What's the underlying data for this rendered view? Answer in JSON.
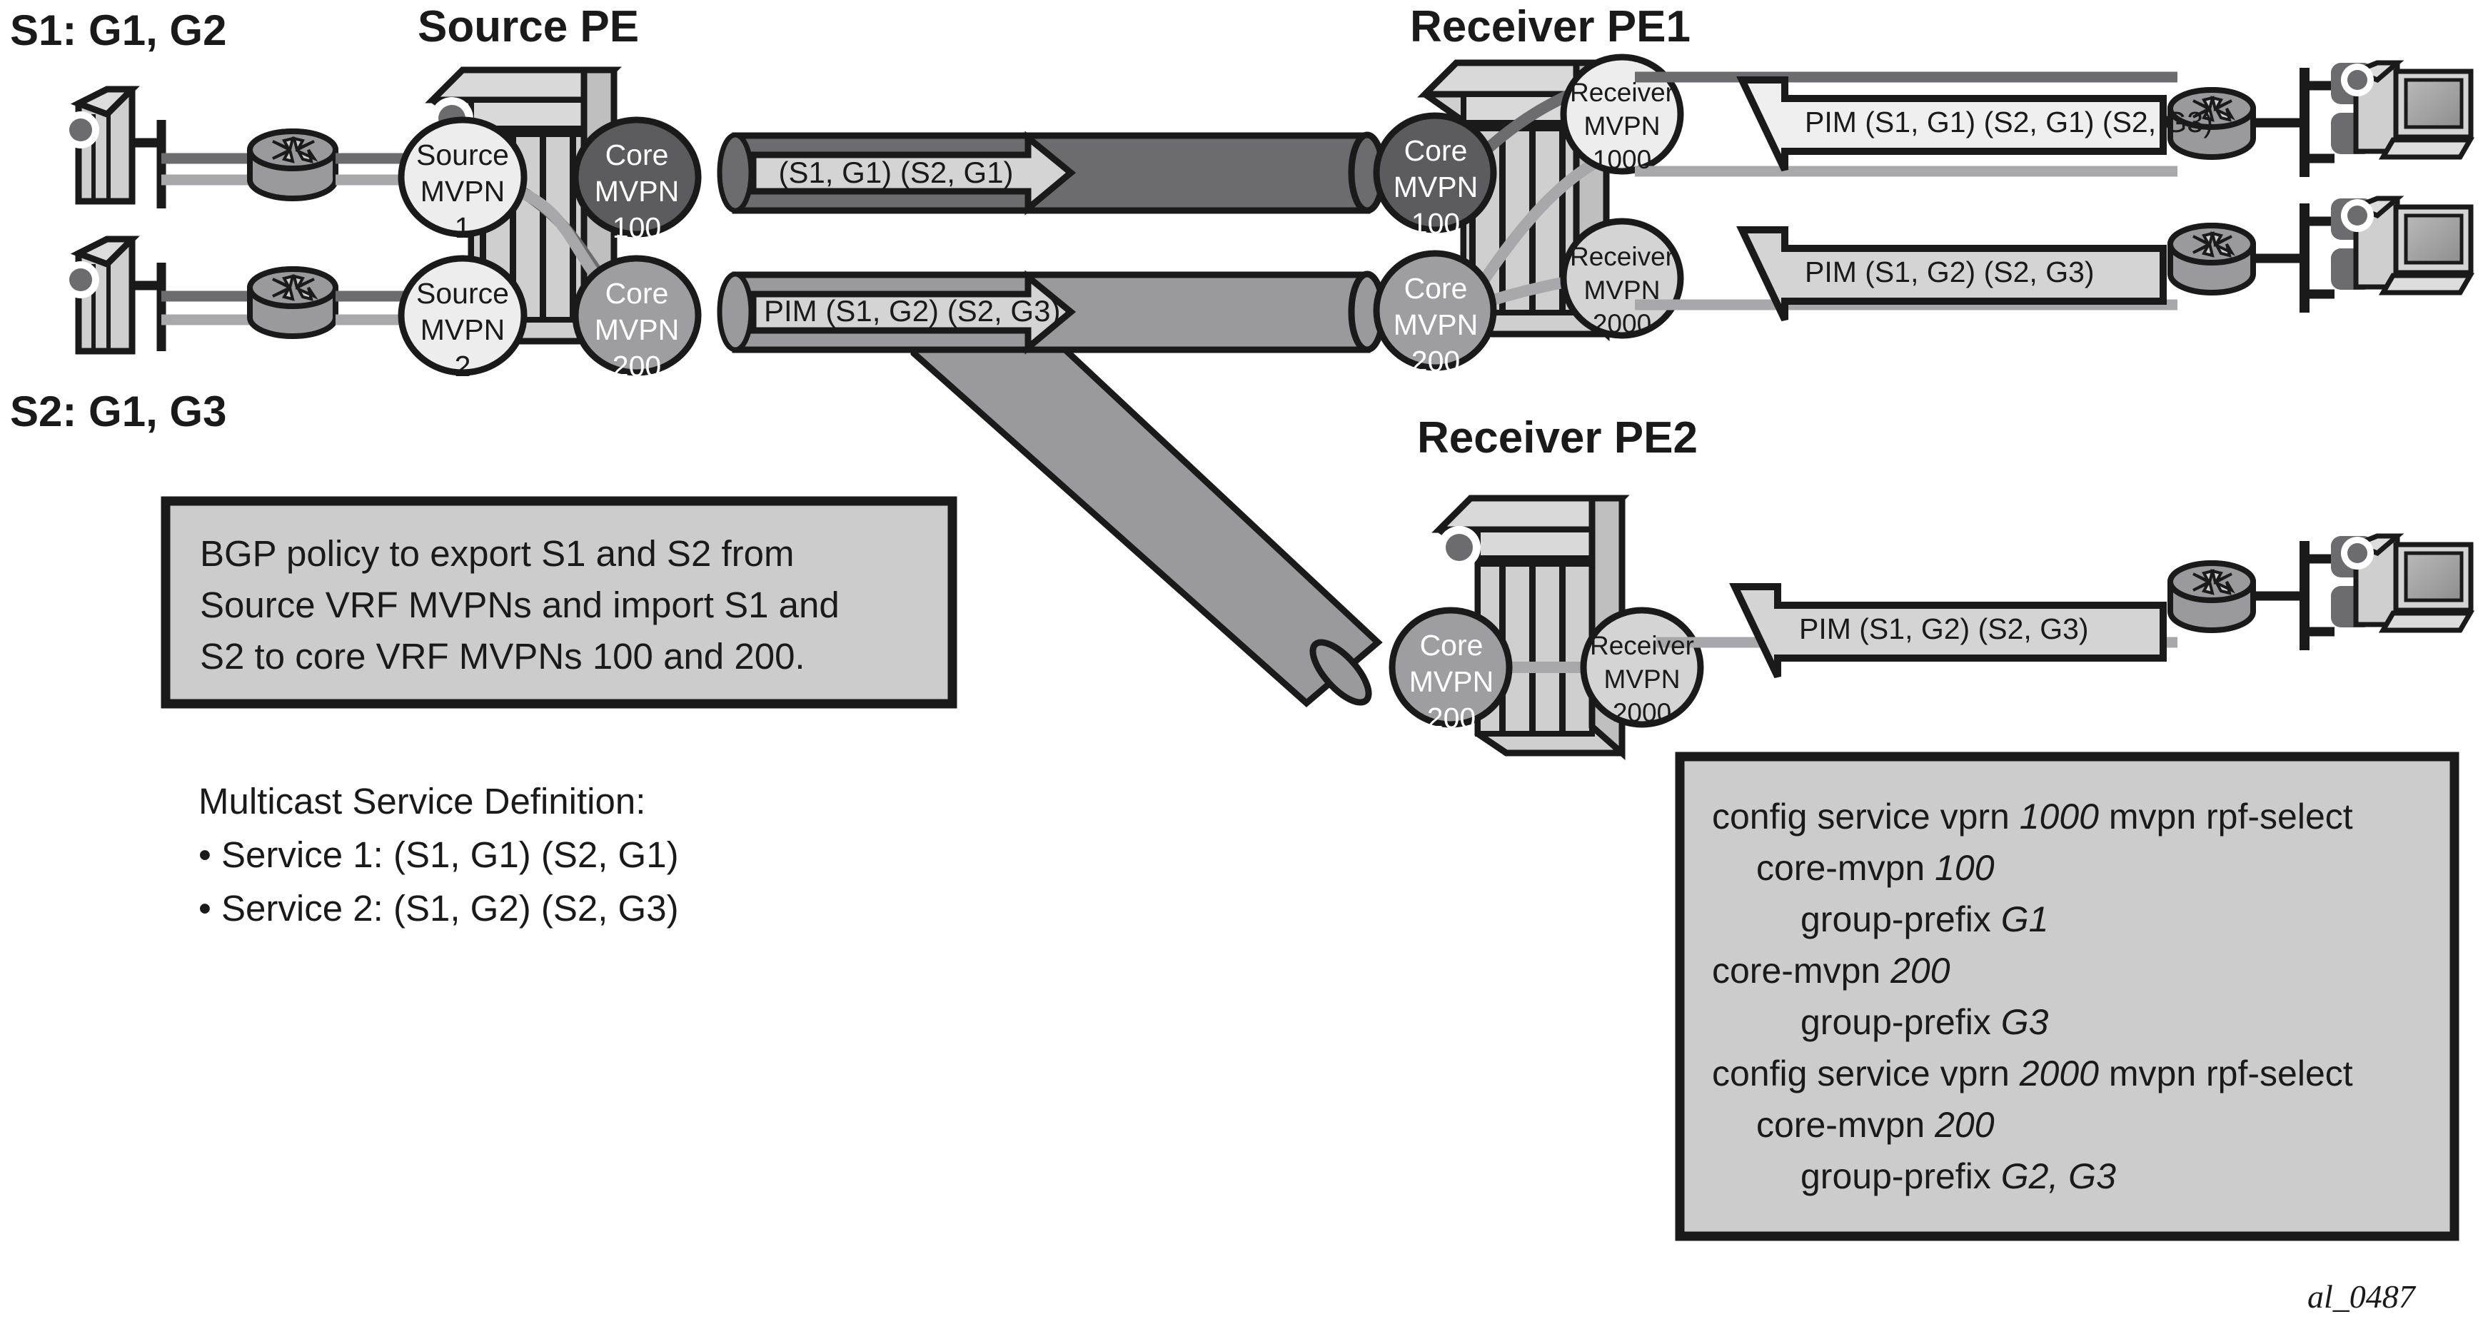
{
  "figure": {
    "id_label": "al_0487",
    "background": "#ffffff"
  },
  "labels": {
    "source_s1": "S1: G1, G2",
    "source_s2": "S2: G1, G3",
    "source_pe_title": "Source PE",
    "receiver_pe1_title": "Receiver PE1",
    "receiver_pe2_title": "Receiver PE2"
  },
  "nodes": {
    "source_mvpn_1": {
      "line1": "Source",
      "line2": "MVPN",
      "line3": "1"
    },
    "source_mvpn_2": {
      "line1": "Source",
      "line2": "MVPN",
      "line3": "2"
    },
    "core_mvpn_100_src": {
      "line1": "Core",
      "line2": "MVPN",
      "line3": "100"
    },
    "core_mvpn_200_src": {
      "line1": "Core",
      "line2": "MVPN",
      "line3": "200"
    },
    "core_mvpn_100_rx1": {
      "line1": "Core",
      "line2": "MVPN",
      "line3": "100"
    },
    "core_mvpn_200_rx1": {
      "line1": "Core",
      "line2": "MVPN",
      "line3": "200"
    },
    "receiver_mvpn_1000": {
      "line1": "Receiver",
      "line2": "MVPN",
      "line3": "1000"
    },
    "receiver_mvpn_2000_rx1": {
      "line1": "Receiver",
      "line2": "MVPN",
      "line3": "2000"
    },
    "core_mvpn_200_rx2": {
      "line1": "Core",
      "line2": "MVPN",
      "line3": "200"
    },
    "receiver_mvpn_2000_rx2": {
      "line1": "Receiver",
      "line2": "MVPN",
      "line3": "2000"
    }
  },
  "flows": {
    "core100_tunnel_label": "(S1, G1) (S2, G1)",
    "core200_tunnel_label": "PIM (S1, G2) (S2, G3)",
    "pim_receiver_1000": "PIM (S1, G1) (S2, G1) (S2, G3)",
    "pim_receiver_2000_rx1": "PIM (S1, G2) (S2, G3)",
    "pim_receiver_2000_rx2": "PIM (S1, G2) (S2, G3)"
  },
  "bgp_box": {
    "lines": [
      "BGP policy to export S1 and S2 from",
      "Source VRF MVPNs and import S1 and",
      "S2 to core VRF MVPNs 100 and 200."
    ]
  },
  "service_definition": {
    "title": "Multicast Service Definition:",
    "items": [
      "• Service 1: (S1, G1) (S2, G1)",
      "• Service 2: (S1, G2) (S2, G3)"
    ]
  },
  "config_box": {
    "lines": [
      {
        "indent": 0,
        "parts": [
          {
            "t": "config service vprn ",
            "i": false
          },
          {
            "t": "1000",
            "i": true
          },
          {
            "t": " mvpn rpf-select",
            "i": false
          }
        ]
      },
      {
        "indent": 1,
        "parts": [
          {
            "t": "core-mvpn ",
            "i": false
          },
          {
            "t": "100",
            "i": true
          }
        ]
      },
      {
        "indent": 2,
        "parts": [
          {
            "t": "group-prefix ",
            "i": false
          },
          {
            "t": "G1",
            "i": true
          }
        ]
      },
      {
        "indent": 0,
        "parts": [
          {
            "t": "core-mvpn ",
            "i": false
          },
          {
            "t": "200",
            "i": true
          }
        ]
      },
      {
        "indent": 2,
        "parts": [
          {
            "t": "group-prefix ",
            "i": false
          },
          {
            "t": "G3",
            "i": true
          }
        ]
      },
      {
        "indent": 0,
        "parts": [
          {
            "t": "config service vprn ",
            "i": false
          },
          {
            "t": "2000",
            "i": true
          },
          {
            "t": " mvpn rpf-select",
            "i": false
          }
        ]
      },
      {
        "indent": 1,
        "parts": [
          {
            "t": "core-mvpn ",
            "i": false
          },
          {
            "t": "200",
            "i": true
          }
        ]
      },
      {
        "indent": 2,
        "parts": [
          {
            "t": "group-prefix ",
            "i": false
          },
          {
            "t": "G2, G3",
            "i": true
          }
        ]
      }
    ]
  },
  "colors": {
    "outline": "#1a1a1a",
    "box_fill": "#cccccc",
    "arrow_fill": "#e9e9e9",
    "tunnel_dark": "#6b6b70",
    "tunnel_mid": "#9a9a9e",
    "ellipse_dark": "#5c5c60",
    "ellipse_mid": "#9e9ea2",
    "ellipse_light": "#ededed",
    "ellipse_light2": "#d4d4d4",
    "chassis_fill": "#cfcfcf",
    "chassis_top": "#d9d9d9",
    "router_fill": "#9a9a9e",
    "link_dark": "#6b6b70",
    "link_light": "#a8a8ac"
  }
}
